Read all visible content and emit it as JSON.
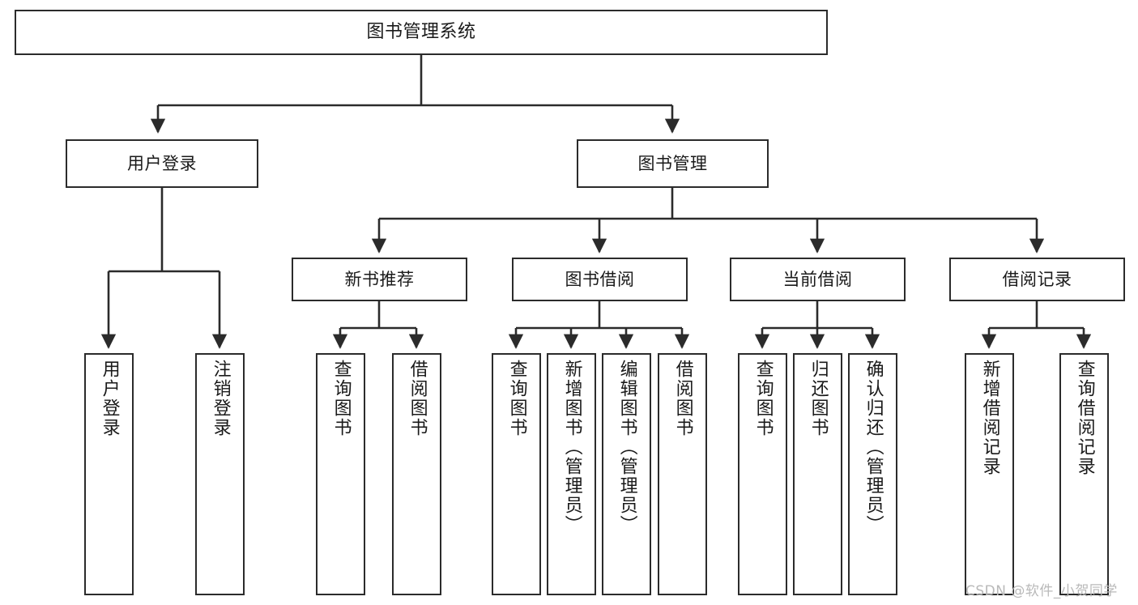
{
  "diagram": {
    "title": "图书管理系统",
    "type": "tree-hierarchy-diagram",
    "colors": {
      "box_border": "#2b2b2b",
      "box_fill": "#ffffff",
      "edge": "#2b2b2b",
      "text": "#1a1a1a",
      "watermark": "#b9b9b9",
      "background": "#ffffff"
    },
    "levels": {
      "root": [
        "图书管理系统"
      ],
      "level2": [
        "用户登录",
        "图书管理"
      ],
      "level3": [
        "新书推荐",
        "图书借阅",
        "当前借阅",
        "借阅记录"
      ],
      "leaves": [
        "用户登录",
        "注销登录",
        "查询图书",
        "借阅图书",
        "查询图书",
        "新增图书（管理员）",
        "编辑图书（管理员）",
        "借阅图书",
        "查询图书",
        "归还图书",
        "确认归还（管理员）",
        "新增借阅记录",
        "查询借阅记录"
      ]
    }
  },
  "nodes": {
    "root": {
      "label": "图书管理系统"
    },
    "user_login": {
      "label": "用户登录"
    },
    "book_manage": {
      "label": "图书管理"
    },
    "new_book_rec": {
      "label": "新书推荐"
    },
    "book_borrow": {
      "label": "图书借阅"
    },
    "current_borrow": {
      "label": "当前借阅"
    },
    "borrow_record": {
      "label": "借阅记录"
    },
    "leaf_user_login": {
      "label": "用户登录"
    },
    "leaf_logout": {
      "label": "注销登录"
    },
    "leaf_query_book_1": {
      "label": "查询图书"
    },
    "leaf_borrow_book_1": {
      "label": "借阅图书"
    },
    "leaf_query_book_2": {
      "label": "查询图书"
    },
    "leaf_add_book": {
      "label": "新增图书（管理员）"
    },
    "leaf_edit_book": {
      "label": "编辑图书（管理员）"
    },
    "leaf_borrow_book_2": {
      "label": "借阅图书"
    },
    "leaf_query_book_3": {
      "label": "查询图书"
    },
    "leaf_return_book": {
      "label": "归还图书"
    },
    "leaf_confirm_return": {
      "label": "确认归还（管理员）"
    },
    "leaf_add_record": {
      "label": "新增借阅记录"
    },
    "leaf_query_record": {
      "label": "查询借阅记录"
    }
  },
  "watermark": {
    "text": "CSDN @软件_小贺同学"
  }
}
